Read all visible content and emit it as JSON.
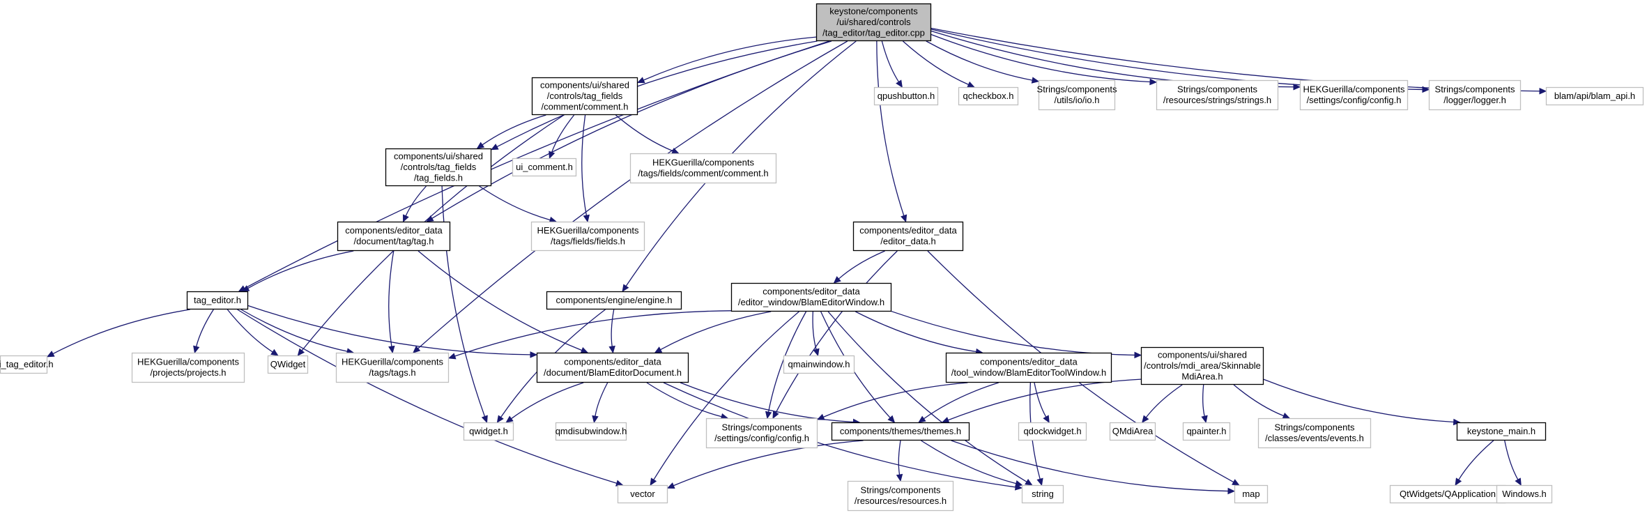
{
  "colors": {
    "edge": "#191970",
    "root_fill": "#bfbfbf",
    "internal_border": "#000000",
    "external_border": "#bfbfbf"
  },
  "nodes": [
    {
      "id": "root",
      "kind": "root",
      "lines": [
        "keystone/components",
        "/ui/shared/controls",
        "/tag_editor/tag_editor.cpp"
      ]
    },
    {
      "id": "comment_h",
      "kind": "internal",
      "lines": [
        "components/ui/shared",
        "/controls/tag_fields",
        "/comment/comment.h"
      ]
    },
    {
      "id": "qpushbutton",
      "kind": "external",
      "lines": [
        "qpushbutton.h"
      ]
    },
    {
      "id": "qcheckbox",
      "kind": "external",
      "lines": [
        "qcheckbox.h"
      ]
    },
    {
      "id": "io_h",
      "kind": "external",
      "lines": [
        "Strings/components",
        "/utils/io/io.h"
      ]
    },
    {
      "id": "strings_h",
      "kind": "external",
      "lines": [
        "Strings/components",
        "/resources/strings/strings.h"
      ]
    },
    {
      "id": "hek_config",
      "kind": "external",
      "lines": [
        "HEKGuerilla/components",
        "/settings/config/config.h"
      ]
    },
    {
      "id": "logger_h",
      "kind": "external",
      "lines": [
        "Strings/components",
        "/logger/logger.h"
      ]
    },
    {
      "id": "blam_api",
      "kind": "external",
      "lines": [
        "blam/api/blam_api.h"
      ]
    },
    {
      "id": "tag_fields_h",
      "kind": "internal",
      "lines": [
        "components/ui/shared",
        "/controls/tag_fields",
        "/tag_fields.h"
      ]
    },
    {
      "id": "ui_comment",
      "kind": "external",
      "lines": [
        "ui_comment.h"
      ]
    },
    {
      "id": "hek_comment",
      "kind": "external",
      "lines": [
        "HEKGuerilla/components",
        "/tags/fields/comment/comment.h"
      ]
    },
    {
      "id": "tag_h",
      "kind": "internal",
      "lines": [
        "components/editor_data",
        "/document/tag/tag.h"
      ]
    },
    {
      "id": "hek_fields",
      "kind": "external",
      "lines": [
        "HEKGuerilla/components",
        "/tags/fields/fields.h"
      ]
    },
    {
      "id": "editor_data_h",
      "kind": "internal",
      "lines": [
        "components/editor_data",
        "/editor_data.h"
      ]
    },
    {
      "id": "tag_editor_h",
      "kind": "internal",
      "lines": [
        "tag_editor.h"
      ]
    },
    {
      "id": "engine_h",
      "kind": "internal",
      "lines": [
        "components/engine/engine.h"
      ]
    },
    {
      "id": "blam_window",
      "kind": "internal",
      "lines": [
        "components/editor_data",
        "/editor_window/BlamEditorWindow.h"
      ]
    },
    {
      "id": "ui_tag_editor",
      "kind": "external",
      "lines": [
        "ui_tag_editor.h"
      ]
    },
    {
      "id": "hek_projects",
      "kind": "external",
      "lines": [
        "HEKGuerilla/components",
        "/projects/projects.h"
      ]
    },
    {
      "id": "qwidget_cap",
      "kind": "external",
      "lines": [
        "QWidget"
      ]
    },
    {
      "id": "hek_tags",
      "kind": "external",
      "lines": [
        "HEKGuerilla/components",
        "/tags/tags.h"
      ]
    },
    {
      "id": "blam_doc",
      "kind": "internal",
      "lines": [
        "components/editor_data",
        "/document/BlamEditorDocument.h"
      ]
    },
    {
      "id": "qmainwindow",
      "kind": "external",
      "lines": [
        "qmainwindow.h"
      ]
    },
    {
      "id": "tool_window",
      "kind": "internal",
      "lines": [
        "components/editor_data",
        "/tool_window/BlamEditorToolWindow.h"
      ]
    },
    {
      "id": "mdi_area",
      "kind": "internal",
      "lines": [
        "components/ui/shared",
        "/controls/mdi_area/Skinnable",
        "MdiArea.h"
      ]
    },
    {
      "id": "qwidget_h",
      "kind": "external",
      "lines": [
        "qwidget.h"
      ]
    },
    {
      "id": "qmdisubwindow",
      "kind": "external",
      "lines": [
        "qmdisubwindow.h"
      ]
    },
    {
      "id": "str_config",
      "kind": "external",
      "lines": [
        "Strings/components",
        "/settings/config/config.h"
      ]
    },
    {
      "id": "themes_h",
      "kind": "internal",
      "lines": [
        "components/themes/themes.h"
      ]
    },
    {
      "id": "qdockwidget",
      "kind": "external",
      "lines": [
        "qdockwidget.h"
      ]
    },
    {
      "id": "qmdiarea",
      "kind": "external",
      "lines": [
        "QMdiArea"
      ]
    },
    {
      "id": "qpainter",
      "kind": "external",
      "lines": [
        "qpainter.h"
      ]
    },
    {
      "id": "events_h",
      "kind": "external",
      "lines": [
        "Strings/components",
        "/classes/events/events.h"
      ]
    },
    {
      "id": "keystone_main",
      "kind": "internal",
      "lines": [
        "keystone_main.h"
      ]
    },
    {
      "id": "vector",
      "kind": "external",
      "lines": [
        "vector"
      ]
    },
    {
      "id": "resources_h",
      "kind": "external",
      "lines": [
        "Strings/components",
        "/resources/resources.h"
      ]
    },
    {
      "id": "string",
      "kind": "external",
      "lines": [
        "string"
      ]
    },
    {
      "id": "map",
      "kind": "external",
      "lines": [
        "map"
      ]
    },
    {
      "id": "qapplication",
      "kind": "external",
      "lines": [
        "QtWidgets/QApplication"
      ]
    },
    {
      "id": "windows_h",
      "kind": "external",
      "lines": [
        "Windows.h"
      ]
    }
  ],
  "edges": [
    [
      "root",
      "comment_h"
    ],
    [
      "root",
      "qpushbutton"
    ],
    [
      "root",
      "qcheckbox"
    ],
    [
      "root",
      "io_h"
    ],
    [
      "root",
      "strings_h"
    ],
    [
      "root",
      "hek_config"
    ],
    [
      "root",
      "logger_h"
    ],
    [
      "root",
      "blam_api"
    ],
    [
      "root",
      "tag_editor_h"
    ],
    [
      "root",
      "tag_fields_h"
    ],
    [
      "root",
      "tag_h"
    ],
    [
      "root",
      "hek_tags"
    ],
    [
      "root",
      "engine_h"
    ],
    [
      "root",
      "editor_data_h"
    ],
    [
      "comment_h",
      "tag_fields_h"
    ],
    [
      "comment_h",
      "ui_comment"
    ],
    [
      "comment_h",
      "hek_comment"
    ],
    [
      "comment_h",
      "hek_fields"
    ],
    [
      "comment_h",
      "qwidget_cap"
    ],
    [
      "tag_fields_h",
      "tag_h"
    ],
    [
      "tag_fields_h",
      "hek_fields"
    ],
    [
      "tag_fields_h",
      "qwidget_h"
    ],
    [
      "tag_h",
      "tag_editor_h"
    ],
    [
      "tag_h",
      "hek_tags"
    ],
    [
      "tag_h",
      "blam_doc"
    ],
    [
      "tag_editor_h",
      "ui_tag_editor"
    ],
    [
      "tag_editor_h",
      "hek_projects"
    ],
    [
      "tag_editor_h",
      "qwidget_cap"
    ],
    [
      "tag_editor_h",
      "hek_tags"
    ],
    [
      "tag_editor_h",
      "blam_doc"
    ],
    [
      "tag_editor_h",
      "vector"
    ],
    [
      "engine_h",
      "blam_doc"
    ],
    [
      "engine_h",
      "qwidget_h"
    ],
    [
      "editor_data_h",
      "blam_window"
    ],
    [
      "editor_data_h",
      "str_config"
    ],
    [
      "editor_data_h",
      "map"
    ],
    [
      "blam_window",
      "hek_tags"
    ],
    [
      "blam_window",
      "blam_doc"
    ],
    [
      "blam_window",
      "qmainwindow"
    ],
    [
      "blam_window",
      "tool_window"
    ],
    [
      "blam_window",
      "mdi_area"
    ],
    [
      "blam_window",
      "str_config"
    ],
    [
      "blam_window",
      "themes_h"
    ],
    [
      "blam_window",
      "vector"
    ],
    [
      "blam_window",
      "string"
    ],
    [
      "blam_doc",
      "qwidget_h"
    ],
    [
      "blam_doc",
      "qmdisubwindow"
    ],
    [
      "blam_doc",
      "str_config"
    ],
    [
      "blam_doc",
      "themes_h"
    ],
    [
      "blam_doc",
      "string"
    ],
    [
      "tool_window",
      "str_config"
    ],
    [
      "tool_window",
      "themes_h"
    ],
    [
      "tool_window",
      "qdockwidget"
    ],
    [
      "tool_window",
      "string"
    ],
    [
      "mdi_area",
      "themes_h"
    ],
    [
      "mdi_area",
      "qmdiarea"
    ],
    [
      "mdi_area",
      "qpainter"
    ],
    [
      "mdi_area",
      "events_h"
    ],
    [
      "mdi_area",
      "keystone_main"
    ],
    [
      "themes_h",
      "vector"
    ],
    [
      "themes_h",
      "resources_h"
    ],
    [
      "themes_h",
      "string"
    ],
    [
      "themes_h",
      "map"
    ],
    [
      "keystone_main",
      "qapplication"
    ],
    [
      "keystone_main",
      "windows_h"
    ]
  ]
}
